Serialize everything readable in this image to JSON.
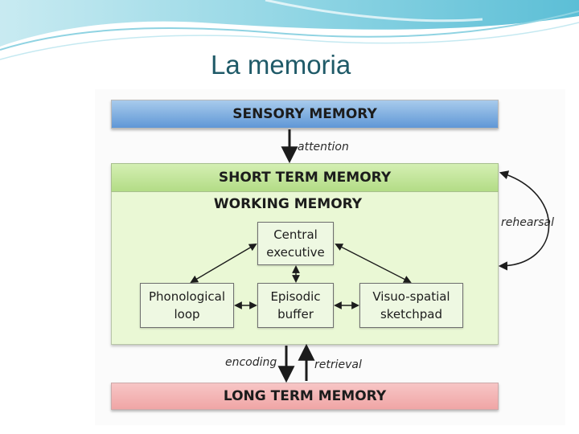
{
  "slide": {
    "title": "La memoria"
  },
  "diagram": {
    "sensory_memory": "SENSORY MEMORY",
    "short_term_memory": "SHORT TERM MEMORY",
    "working_memory": "WORKING MEMORY",
    "central_executive": "Central\nexecutive",
    "phonological_loop": "Phonological\nloop",
    "episodic_buffer": "Episodic\nbuffer",
    "visuo_spatial": "Visuo-spatial\nsketchpad",
    "long_term_memory": "LONG TERM MEMORY",
    "attention": "attention",
    "rehearsal": "rehearsal",
    "encoding": "encoding",
    "retrieval": "retrieval"
  },
  "colors": {
    "title": "#1f5a68",
    "sensory": "#7aaee0",
    "short_term": "#c3e59b",
    "long_term": "#f3b4b4"
  }
}
